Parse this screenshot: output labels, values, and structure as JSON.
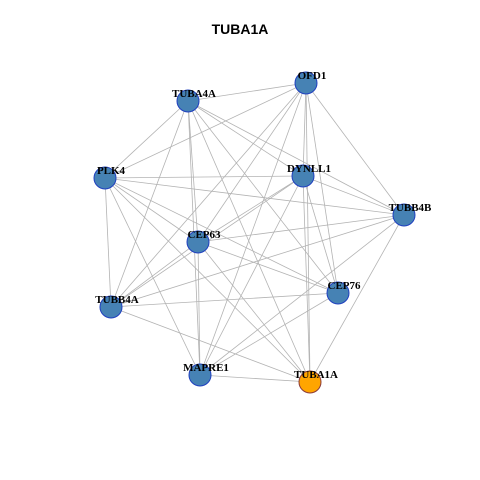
{
  "title": "TUBA1A",
  "colors": {
    "node_fill": "#4682b4",
    "node_stroke": "#1f3fbf",
    "highlight_fill": "#ffa500",
    "highlight_stroke": "#8b3a3a",
    "edge": "#b3b3b3"
  },
  "nodes": [
    {
      "id": "OFD1",
      "label": "OFD1",
      "highlight": false
    },
    {
      "id": "TUBA4A",
      "label": "TUBA4A",
      "highlight": false
    },
    {
      "id": "PLK4",
      "label": "PLK4",
      "highlight": false
    },
    {
      "id": "DYNLL1",
      "label": "DYNLL1",
      "highlight": false
    },
    {
      "id": "TUBB4B",
      "label": "TUBB4B",
      "highlight": false
    },
    {
      "id": "CEP63",
      "label": "CEP63",
      "highlight": false
    },
    {
      "id": "TUBB4A",
      "label": "TUBB4A",
      "highlight": false
    },
    {
      "id": "CEP76",
      "label": "CEP76",
      "highlight": false
    },
    {
      "id": "MAPRE1",
      "label": "MAPRE1",
      "highlight": false
    },
    {
      "id": "TUBA1A",
      "label": "TUBA1A",
      "highlight": true
    }
  ],
  "edges": [
    [
      "OFD1",
      "TUBA4A"
    ],
    [
      "OFD1",
      "PLK4"
    ],
    [
      "OFD1",
      "DYNLL1"
    ],
    [
      "OFD1",
      "TUBB4B"
    ],
    [
      "OFD1",
      "CEP63"
    ],
    [
      "OFD1",
      "TUBB4A"
    ],
    [
      "OFD1",
      "CEP76"
    ],
    [
      "OFD1",
      "MAPRE1"
    ],
    [
      "OFD1",
      "TUBA1A"
    ],
    [
      "TUBA4A",
      "DYNLL1"
    ],
    [
      "TUBA4A",
      "TUBB4B"
    ],
    [
      "TUBA4A",
      "CEP63"
    ],
    [
      "TUBA4A",
      "TUBB4A"
    ],
    [
      "TUBA4A",
      "CEP76"
    ],
    [
      "TUBA4A",
      "MAPRE1"
    ],
    [
      "TUBA4A",
      "TUBA1A"
    ],
    [
      "TUBA4A",
      "PLK4"
    ],
    [
      "PLK4",
      "DYNLL1"
    ],
    [
      "PLK4",
      "TUBB4B"
    ],
    [
      "PLK4",
      "CEP63"
    ],
    [
      "PLK4",
      "TUBB4A"
    ],
    [
      "PLK4",
      "CEP76"
    ],
    [
      "PLK4",
      "MAPRE1"
    ],
    [
      "PLK4",
      "TUBA1A"
    ],
    [
      "DYNLL1",
      "TUBB4B"
    ],
    [
      "DYNLL1",
      "CEP63"
    ],
    [
      "DYNLL1",
      "TUBB4A"
    ],
    [
      "DYNLL1",
      "CEP76"
    ],
    [
      "DYNLL1",
      "MAPRE1"
    ],
    [
      "DYNLL1",
      "TUBA1A"
    ],
    [
      "TUBB4B",
      "CEP63"
    ],
    [
      "TUBB4B",
      "TUBB4A"
    ],
    [
      "TUBB4B",
      "MAPRE1"
    ],
    [
      "TUBB4B",
      "TUBA1A"
    ],
    [
      "CEP63",
      "TUBB4A"
    ],
    [
      "CEP63",
      "CEP76"
    ],
    [
      "CEP63",
      "MAPRE1"
    ],
    [
      "CEP63",
      "TUBA1A"
    ],
    [
      "TUBB4A",
      "CEP76"
    ],
    [
      "TUBB4A",
      "TUBA1A"
    ],
    [
      "CEP76",
      "MAPRE1"
    ],
    [
      "MAPRE1",
      "TUBA1A"
    ]
  ]
}
